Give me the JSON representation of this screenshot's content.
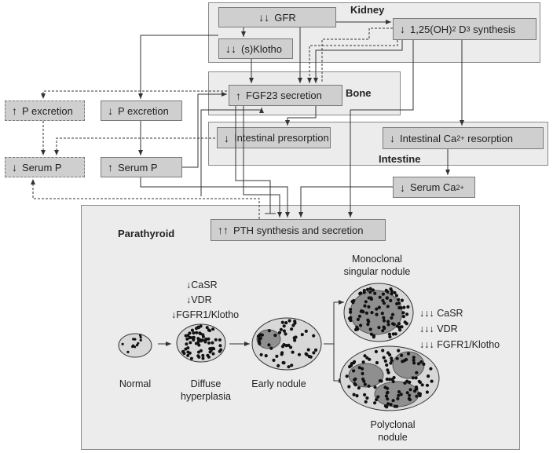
{
  "regions": {
    "kidney": "Kidney",
    "bone": "Bone",
    "intestine": "Intestine",
    "parathyroid": "Parathyroid"
  },
  "boxes": {
    "gfr": {
      "arrow": "↓↓",
      "text": "GFR"
    },
    "klotho": {
      "arrow": "↓↓",
      "text": "(s)Klotho"
    },
    "d3": {
      "arrow": "↓",
      "pre": "1,25(OH)",
      "sub1": "2",
      "mid": " D",
      "sub2": "3",
      "post": " synthesis"
    },
    "fgf23": {
      "arrow": "↑",
      "text": "FGF23 secretion"
    },
    "p_exc_up": {
      "arrow": "↑",
      "text": "P excretion"
    },
    "p_exc_down": {
      "arrow": "↓",
      "text": "P excretion"
    },
    "serum_p_up": {
      "arrow": "↑",
      "text": "Serum P"
    },
    "serum_p_down": {
      "arrow": "↓",
      "text": "Serum P"
    },
    "int_p": {
      "arrow": "↓",
      "text": "Intestinal presorption"
    },
    "int_ca": {
      "arrow": "↓",
      "pre": "Intestinal Ca",
      "sup": "2+",
      "post": " resorption"
    },
    "serum_ca": {
      "arrow": "↓",
      "pre": "Serum Ca",
      "sup": "2+"
    },
    "pth": {
      "arrow": "↑↑",
      "text": "PTH synthesis and secretion"
    }
  },
  "markers_diffuse": [
    {
      "arrow": "↓",
      "text": "CaSR"
    },
    {
      "arrow": "↓",
      "text": "VDR"
    },
    {
      "arrow": "↓",
      "text": "FGFR1/Klotho"
    }
  ],
  "markers_nodule": [
    {
      "arrow": "↓↓↓",
      "text": "CaSR"
    },
    {
      "arrow": "↓↓↓",
      "text": "VDR"
    },
    {
      "arrow": "↓↓↓",
      "text": "FGFR1/Klotho"
    }
  ],
  "stages": {
    "normal": "Normal",
    "diffuse_1": "Diffuse",
    "diffuse_2": "hyperplasia",
    "early": "Early nodule",
    "mono_1": "Monoclonal",
    "mono_2": "singular nodule",
    "poly_1": "Polyclonal",
    "poly_2": "nodule"
  }
}
